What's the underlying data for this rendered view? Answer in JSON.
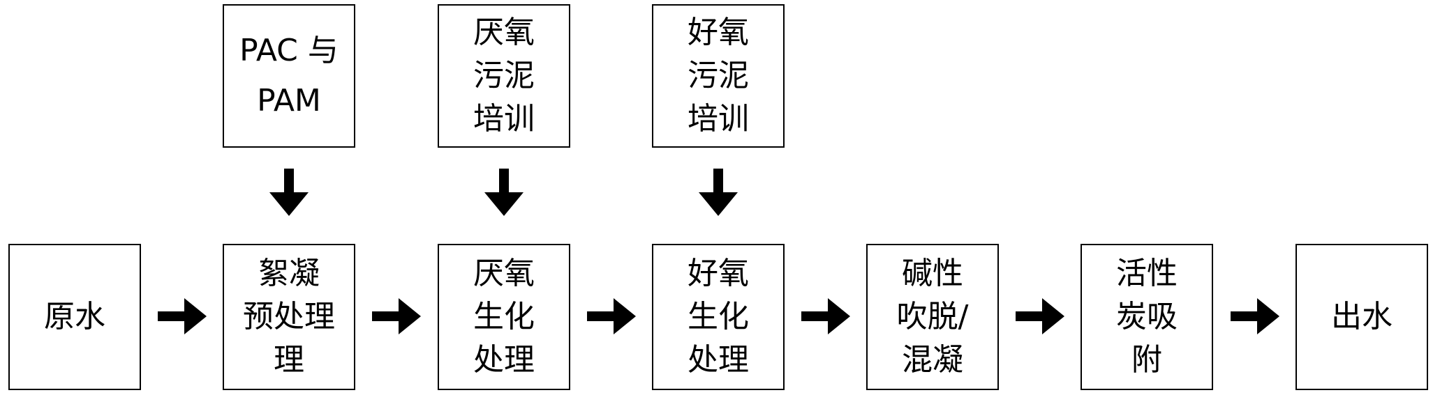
{
  "inputs": [
    {
      "id": "pac-pam",
      "lines": [
        "PAC 与",
        "PAM"
      ]
    },
    {
      "id": "anaerobic-sludge",
      "lines": [
        "厌氧",
        "污泥",
        "培训"
      ]
    },
    {
      "id": "aerobic-sludge",
      "lines": [
        "好氧",
        "污泥",
        "培训"
      ]
    }
  ],
  "process": [
    {
      "id": "raw-water",
      "lines": [
        "原水"
      ]
    },
    {
      "id": "flocculation",
      "lines": [
        "絮凝",
        "预处理",
        "理"
      ]
    },
    {
      "id": "anaerobic-treatment",
      "lines": [
        "厌氧",
        "生化",
        "处理"
      ]
    },
    {
      "id": "aerobic-treatment",
      "lines": [
        "好氧",
        "生化",
        "处理"
      ]
    },
    {
      "id": "alkaline-stripping",
      "lines": [
        "碱性",
        "吹脱/",
        "混凝"
      ]
    },
    {
      "id": "activated-carbon",
      "lines": [
        "活性",
        "炭吸",
        "附"
      ]
    },
    {
      "id": "effluent",
      "lines": [
        "出水"
      ]
    }
  ]
}
